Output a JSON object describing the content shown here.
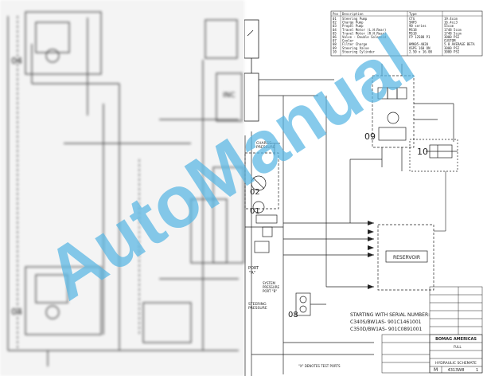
{
  "parts_table": {
    "headers": [
      "Pos",
      "Description",
      "Type",
      ""
    ],
    "rows": [
      [
        "01",
        "Steering Pump",
        "CTG",
        "19.4ccm"
      ],
      [
        "02",
        "Charge Pump",
        "SNP3",
        "16.4cc3"
      ],
      [
        "03",
        "Propel Pump",
        "90 series",
        "55ccm"
      ],
      [
        "04",
        "Travel Motor (L.H.Rear)",
        "MS18",
        "1748 5ccm"
      ],
      [
        "05",
        "Travel Motor (R.H.Rear)",
        "MS18",
        "1748 5ccm"
      ],
      [
        "06",
        "Valve - Double Solenoid",
        "FP 12S88 P1",
        "3000 PSI"
      ],
      [
        "07",
        "Cooler",
        "",
        "CUSTOM"
      ],
      [
        "08",
        "Filter Charge",
        "HMK05-4020",
        "5.0 AVERAGE BETA"
      ],
      [
        "09",
        "Steering Valve",
        "OSPS 160 ON",
        "3000 PSI"
      ],
      [
        "10",
        "Steering Cylinder",
        "2.50 x 16.00",
        "3000 PSI"
      ]
    ]
  },
  "labels": {
    "charge_pressure": "CHARGE\nPRESSURE",
    "port_a": "PORT\n\"A\"",
    "system_pressure": "SYSTEM\nPRESSURE\nPORT \"B\"",
    "steering_pressure": "STEERING\nPRESSURE",
    "reservoir": "RESERVOIR",
    "denotes_test_ports": "\"X\" DENOTES TEST PORTS",
    "inc": "INC",
    "serial_heading": "STARTING WITH SERIAL NUMBER:",
    "serial_line1": "C340S/BW1AS- 901C1461001",
    "serial_line2": "C350D/BW1AS- 901C0891001",
    "num_09": "09",
    "num_10": "10",
    "num_08": "08",
    "num_04": "04",
    "num_02": "02",
    "num_01": "01"
  },
  "title_block": {
    "company": "BOMAG AMERICAS",
    "drawing_title": "HYDRAULIC SCHEMATE",
    "drawing_number": "4313W8",
    "sheet": "M",
    "scale": "FULL",
    "rev": "1"
  },
  "watermark": "AutoManual",
  "colors": {
    "watermark": "#57b5e3",
    "line": "#222222"
  }
}
